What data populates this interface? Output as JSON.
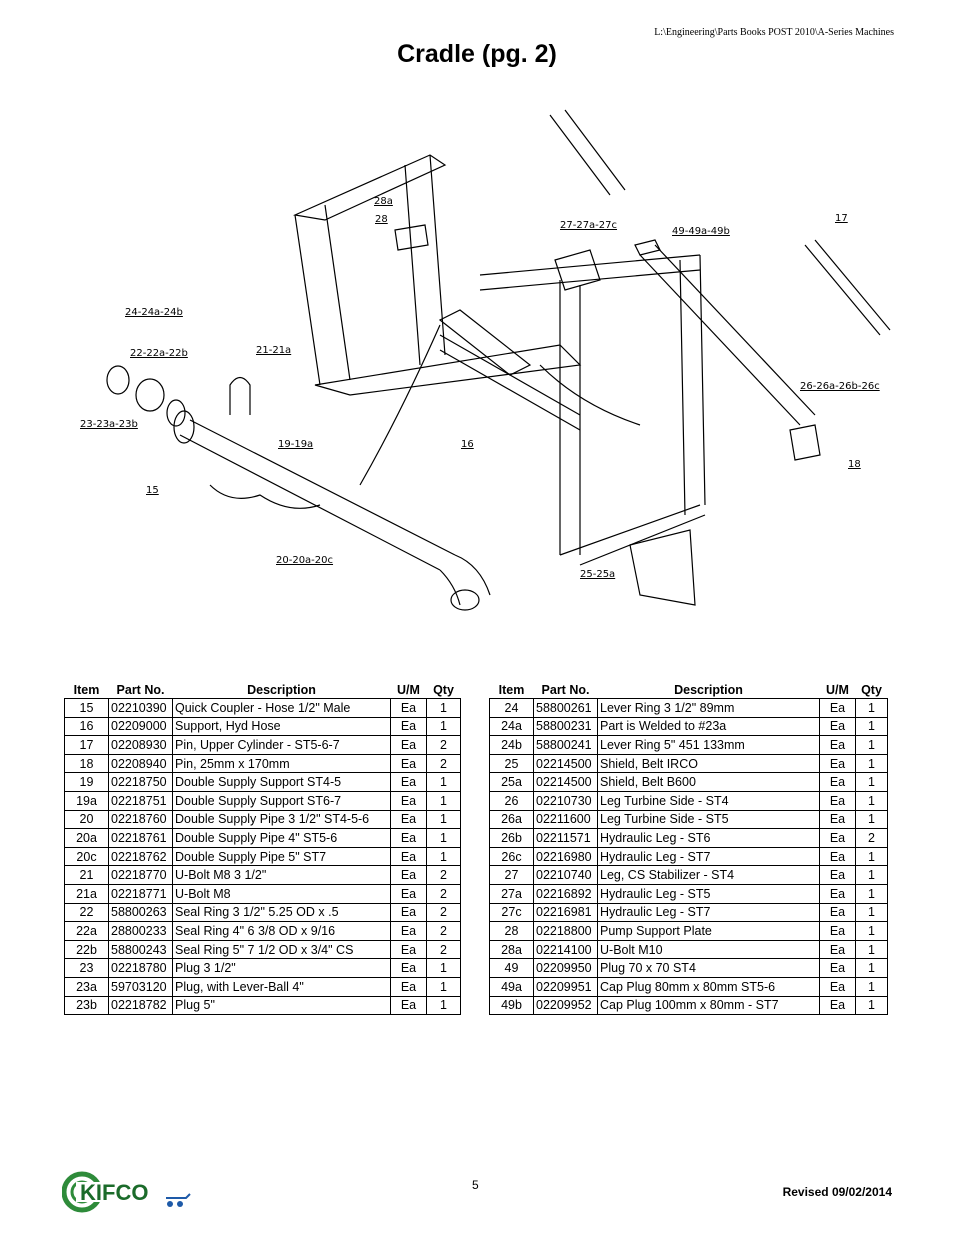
{
  "header": {
    "path": "L:\\Engineering\\Parts Books POST 2010\\A-Series Machines",
    "title": "Cradle (pg. 2)"
  },
  "diagram": {
    "callouts": [
      "28a",
      "28",
      "27-27a-27c",
      "49-49a-49b",
      "17",
      "24-24a-24b",
      "22-22a-22b",
      "21-21a",
      "26-26a-26b-26c",
      "23-23a-23b",
      "19-19a",
      "16",
      "18",
      "15",
      "20-20a-20c",
      "25-25a"
    ]
  },
  "table": {
    "headers": [
      "Item",
      "Part No.",
      "Description",
      "U/M",
      "Qty"
    ],
    "left_rows": [
      [
        "15",
        "02210390",
        "Quick Coupler - Hose 1/2\" Male",
        "Ea",
        "1"
      ],
      [
        "16",
        "02209000",
        "Support, Hyd Hose",
        "Ea",
        "1"
      ],
      [
        "17",
        "02208930",
        "Pin, Upper Cylinder - ST5-6-7",
        "Ea",
        "2"
      ],
      [
        "18",
        "02208940",
        "Pin, 25mm x 170mm",
        "Ea",
        "2"
      ],
      [
        "19",
        "02218750",
        "Double Supply Support ST4-5",
        "Ea",
        "1"
      ],
      [
        "19a",
        "02218751",
        "Double Supply Support ST6-7",
        "Ea",
        "1"
      ],
      [
        "20",
        "02218760",
        "Double Supply Pipe 3 1/2\" ST4-5-6",
        "Ea",
        "1"
      ],
      [
        "20a",
        "02218761",
        "Double Supply Pipe 4\" ST5-6",
        "Ea",
        "1"
      ],
      [
        "20c",
        "02218762",
        "Double Supply Pipe 5\" ST7",
        "Ea",
        "1"
      ],
      [
        "21",
        "02218770",
        "U-Bolt M8 3 1/2\"",
        "Ea",
        "2"
      ],
      [
        "21a",
        "02218771",
        "U-Bolt M8",
        "Ea",
        "2"
      ],
      [
        "22",
        "58800263",
        "Seal Ring 3 1/2\" 5.25 OD x .5",
        "Ea",
        "2"
      ],
      [
        "22a",
        "28800233",
        "Seal Ring 4\" 6 3/8 OD x 9/16",
        "Ea",
        "2"
      ],
      [
        "22b",
        "58800243",
        "Seal Ring 5\" 7 1/2 OD x 3/4\" CS",
        "Ea",
        "2"
      ],
      [
        "23",
        "02218780",
        "Plug 3 1/2\"",
        "Ea",
        "1"
      ],
      [
        "23a",
        "59703120",
        "Plug, with Lever-Ball 4\"",
        "Ea",
        "1"
      ],
      [
        "23b",
        "02218782",
        "Plug 5\"",
        "Ea",
        "1"
      ]
    ],
    "right_rows": [
      [
        "24",
        "58800261",
        "Lever Ring 3 1/2\" 89mm",
        "Ea",
        "1"
      ],
      [
        "24a",
        "58800231",
        "Part is Welded to #23a",
        "Ea",
        "1"
      ],
      [
        "24b",
        "58800241",
        "Lever Ring 5\" 451 133mm",
        "Ea",
        "1"
      ],
      [
        "25",
        "02214500",
        "Shield, Belt IRCO",
        "Ea",
        "1"
      ],
      [
        "25a",
        "02214500",
        "Shield, Belt B600",
        "Ea",
        "1"
      ],
      [
        "26",
        "02210730",
        "Leg Turbine Side - ST4",
        "Ea",
        "1"
      ],
      [
        "26a",
        "02211600",
        "Leg Turbine Side - ST5",
        "Ea",
        "1"
      ],
      [
        "26b",
        "02211571",
        "Hydraulic Leg - ST6",
        "Ea",
        "2"
      ],
      [
        "26c",
        "02216980",
        "Hydraulic Leg - ST7",
        "Ea",
        "1"
      ],
      [
        "27",
        "02210740",
        "Leg, CS Stabilizer - ST4",
        "Ea",
        "1"
      ],
      [
        "27a",
        "02216892",
        "Hydraulic Leg - ST5",
        "Ea",
        "1"
      ],
      [
        "27c",
        "02216981",
        "Hydraulic Leg - ST7",
        "Ea",
        "1"
      ],
      [
        "28",
        "02218800",
        "Pump Support Plate",
        "Ea",
        "1"
      ],
      [
        "28a",
        "02214100",
        "U-Bolt M10",
        "Ea",
        "1"
      ],
      [
        "49",
        "02209950",
        "Plug 70 x 70 ST4",
        "Ea",
        "1"
      ],
      [
        "49a",
        "02209951",
        "Cap Plug 80mm x 80mm ST5-6",
        "Ea",
        "1"
      ],
      [
        "49b",
        "02209952",
        "Cap Plug 100mm x 80mm - ST7",
        "Ea",
        "1"
      ]
    ]
  },
  "footer": {
    "page_number": "5",
    "revised": "Revised 09/02/2014",
    "logo_text": "KIFCO"
  },
  "colors": {
    "logo_green": "#2e8b3a",
    "logo_blue": "#1e5aa8"
  }
}
